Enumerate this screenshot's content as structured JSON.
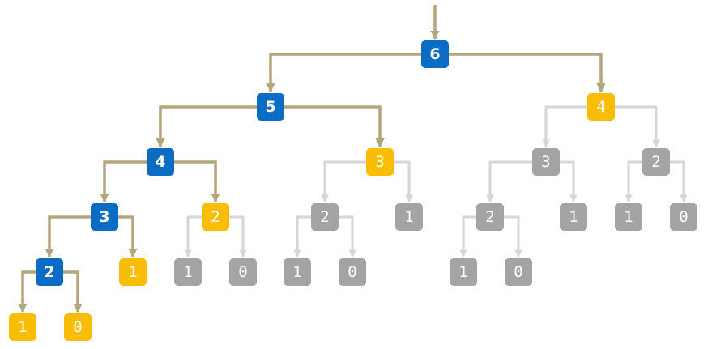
{
  "colors": {
    "blue": "#0a6cc3",
    "yellow": "#f9bd06",
    "gray": "#a4a4a4",
    "active_edge": "#b3a67c",
    "inactive_edge": "#d6d6d6"
  },
  "tree": {
    "v": "6",
    "c": "blue",
    "children": [
      {
        "v": "5",
        "c": "blue",
        "children": [
          {
            "v": "4",
            "c": "blue",
            "children": [
              {
                "v": "3",
                "c": "blue",
                "children": [
                  {
                    "v": "2",
                    "c": "blue",
                    "children": [
                      {
                        "v": "1",
                        "c": "yellow"
                      },
                      {
                        "v": "0",
                        "c": "yellow"
                      }
                    ]
                  },
                  {
                    "v": "1",
                    "c": "yellow"
                  }
                ]
              },
              {
                "v": "2",
                "c": "yellow",
                "children": [
                  {
                    "v": "1",
                    "c": "gray"
                  },
                  {
                    "v": "0",
                    "c": "gray"
                  }
                ]
              }
            ]
          },
          {
            "v": "3",
            "c": "yellow",
            "children": [
              {
                "v": "2",
                "c": "gray",
                "children": [
                  {
                    "v": "1",
                    "c": "gray"
                  },
                  {
                    "v": "0",
                    "c": "gray"
                  }
                ]
              },
              {
                "v": "1",
                "c": "gray"
              }
            ]
          }
        ]
      },
      {
        "v": "4",
        "c": "yellow",
        "children": [
          {
            "v": "3",
            "c": "gray",
            "children": [
              {
                "v": "2",
                "c": "gray",
                "children": [
                  {
                    "v": "1",
                    "c": "gray"
                  },
                  {
                    "v": "0",
                    "c": "gray"
                  }
                ]
              },
              {
                "v": "1",
                "c": "gray"
              }
            ]
          },
          {
            "v": "2",
            "c": "gray",
            "children": [
              {
                "v": "1",
                "c": "gray"
              },
              {
                "v": "0",
                "c": "gray"
              }
            ]
          }
        ]
      }
    ]
  }
}
